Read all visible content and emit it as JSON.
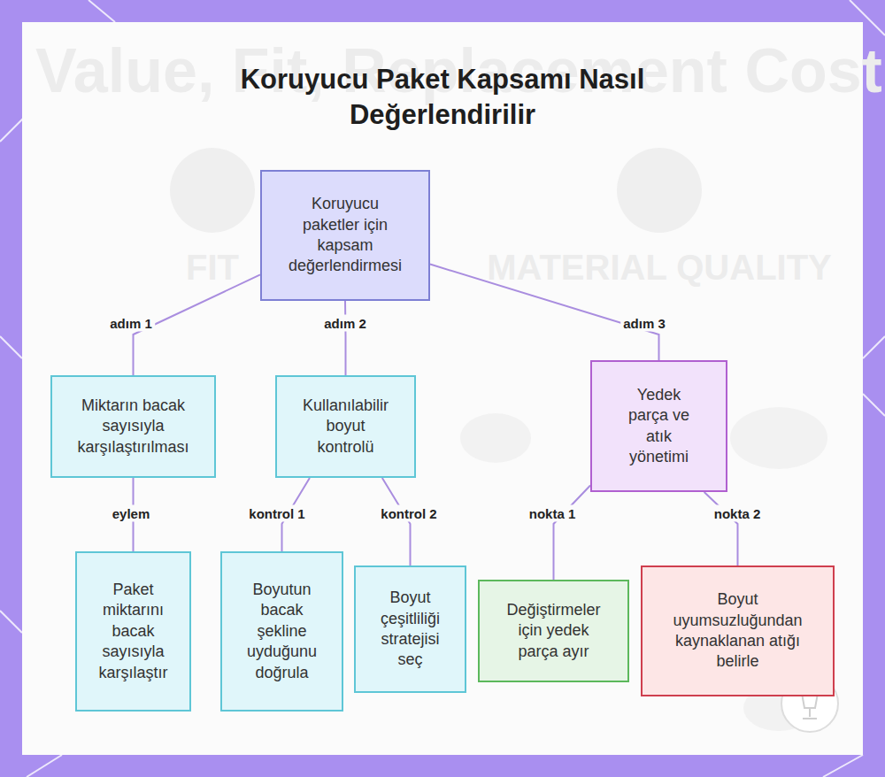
{
  "diagram": {
    "title": "Koruyucu Paket Kapsamı Nasıl Değerlendirilir",
    "nodes": [
      {
        "text": [
          "Koruyucu paketler için kapsam değerlendirmesi"
        ]
      },
      {
        "text": [
          "Miktarın bacak sayısıyla karşılaştırılması"
        ]
      },
      {
        "text": [
          "Kullanılabilir boyut kontrolü"
        ]
      },
      {
        "text": [
          "Yedek parça ve atık yönetimi"
        ]
      },
      {
        "text": [
          "Paket miktarını bacak sayısıyla karşılaştır"
        ]
      },
      {
        "text": [
          "Boyutun bacak şekline uyduğunu doğrula"
        ]
      },
      {
        "text": [
          "Boyut çeşitliliği stratejisi seç"
        ]
      },
      {
        "text": [
          "Değiştirmeler için yedek parça ayır"
        ]
      },
      {
        "text": [
          "Boyut uyumsuzluğundan kaynaklanan atığı belirle"
        ]
      }
    ],
    "edges": [
      {
        "from": 0,
        "to": 1,
        "label": "adım 1",
        "arrow": "none"
      },
      {
        "from": 0,
        "to": 2,
        "label": "adım 2",
        "arrow": "none"
      },
      {
        "from": 0,
        "to": 3,
        "label": "adım 3",
        "arrow": "none"
      },
      {
        "from": 1,
        "to": 4,
        "label": "eylem",
        "arrow": "none"
      },
      {
        "from": 2,
        "to": 5,
        "label": "kontrol 1",
        "arrow": "none"
      },
      {
        "from": 2,
        "to": 6,
        "label": "kontrol 2",
        "arrow": "none"
      },
      {
        "from": 3,
        "to": 7,
        "label": "nokta 1",
        "arrow": "none"
      },
      {
        "from": 3,
        "to": 8,
        "label": "nokta 2",
        "arrow": "none"
      }
    ],
    "labels": [
      "Value, Fit, Replacement Cost",
      "FIT",
      "MATERIAL QUALITY"
    ]
  }
}
